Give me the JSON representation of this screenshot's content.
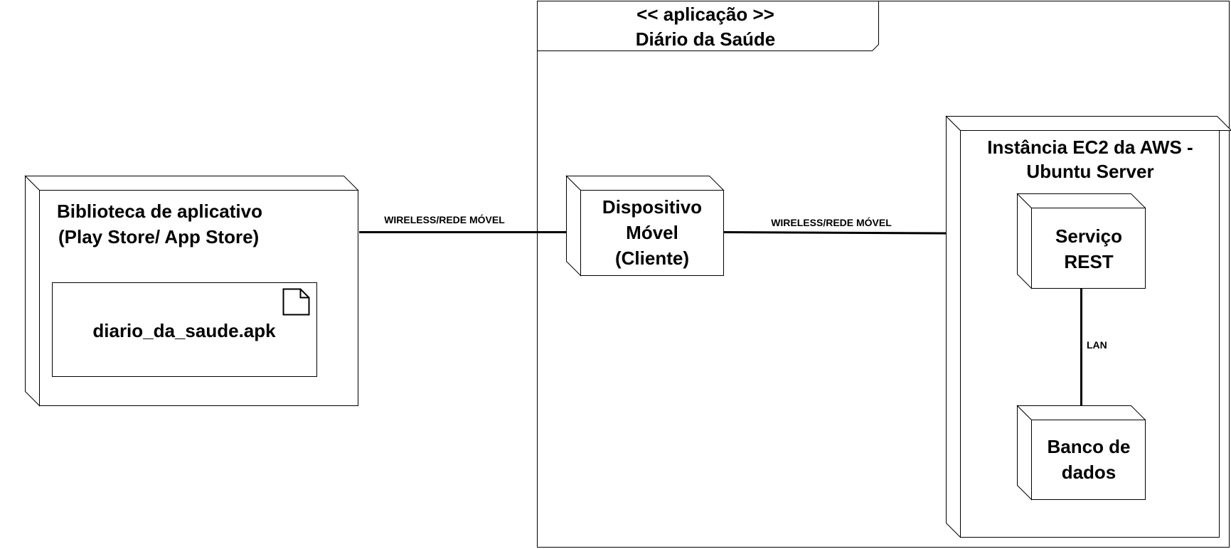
{
  "frame": {
    "stereotype": "<< aplicação >>",
    "name": "Diário da Saúde"
  },
  "nodes": {
    "library": {
      "line1": "Biblioteca de aplicativo",
      "line2": "(Play Store/ App Store)"
    },
    "artifact": {
      "label": "diario_da_saude.apk",
      "icon": "document-icon"
    },
    "device": {
      "line1": "Dispositivo",
      "line2": "Móvel",
      "line3": "(Cliente)"
    },
    "ec2": {
      "line1": "Instância EC2 da AWS -",
      "line2": "Ubuntu Server"
    },
    "rest": {
      "line1": "Serviço",
      "line2": "REST"
    },
    "database": {
      "line1": "Banco de",
      "line2": "dados"
    }
  },
  "edges": {
    "library_device": "WIRELESS/REDE MÓVEL",
    "device_rest": "WIRELESS/REDE MÓVEL",
    "rest_database": "LAN"
  },
  "colors": {
    "stroke": "#000000",
    "fill": "#ffffff",
    "text": "#000000"
  }
}
